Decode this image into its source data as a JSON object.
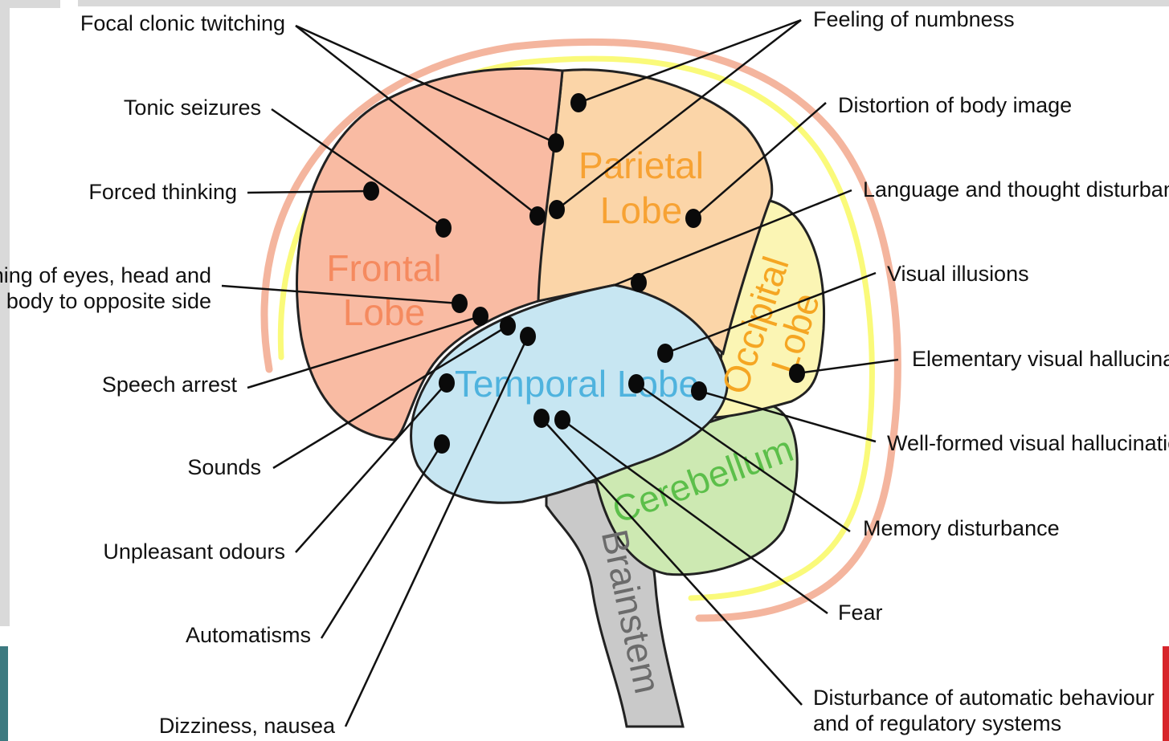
{
  "colors": {
    "frontal": "#f9bba3",
    "parietal": "#fbd5a8",
    "occipital": "#fbf5b4",
    "temporal": "#c7e6f2",
    "cerebellum": "#cde9b2",
    "brainstem": "#c9c9c9",
    "frontal_text": "#f58a5f",
    "parietal_text": "#f7a233",
    "occipital_text": "#f5a623",
    "temporal_text": "#4fb3de",
    "cerebellum_text": "#5cbf4a",
    "brainstem_text": "#6b6b6b",
    "skull_outer": "#f4b59e",
    "skull_inner": "#fafa7a",
    "teal_block": "#3d7a80",
    "red_block": "#d7252b"
  },
  "lobes": {
    "frontal_1": "Frontal",
    "frontal_2": "Lobe",
    "parietal_1": "Parietal",
    "parietal_2": "Lobe",
    "occipital_1": "Occipital",
    "occipital_2": "Lobe",
    "temporal": "Temporal Lobe",
    "cerebellum": "Cerebellum",
    "brainstem": "Brainstem"
  },
  "labels": {
    "focal": "Focal clonic twitching",
    "tonic": "Tonic seizures",
    "forced": "Forced thinking",
    "turning_1": "rning of eyes, head and",
    "turning_2": "body to opposite side",
    "speech": "Speech arrest",
    "sounds": "Sounds",
    "odours": "Unpleasant odours",
    "automatisms": "Automatisms",
    "dizziness": "Dizziness, nausea",
    "numbness": "Feeling of numbness",
    "distortion": "Distortion of body image",
    "language": "Language and thought disturbanc",
    "illusions": "Visual illusions",
    "elementary": "Elementary visual hallucinatio",
    "wellformed": "Well-formed visual hallucination",
    "memory": "Memory disturbance",
    "fear": "Fear",
    "disturbance_1": "Disturbance of automatic behaviour",
    "disturbance_2": "and of regulatory systems"
  }
}
